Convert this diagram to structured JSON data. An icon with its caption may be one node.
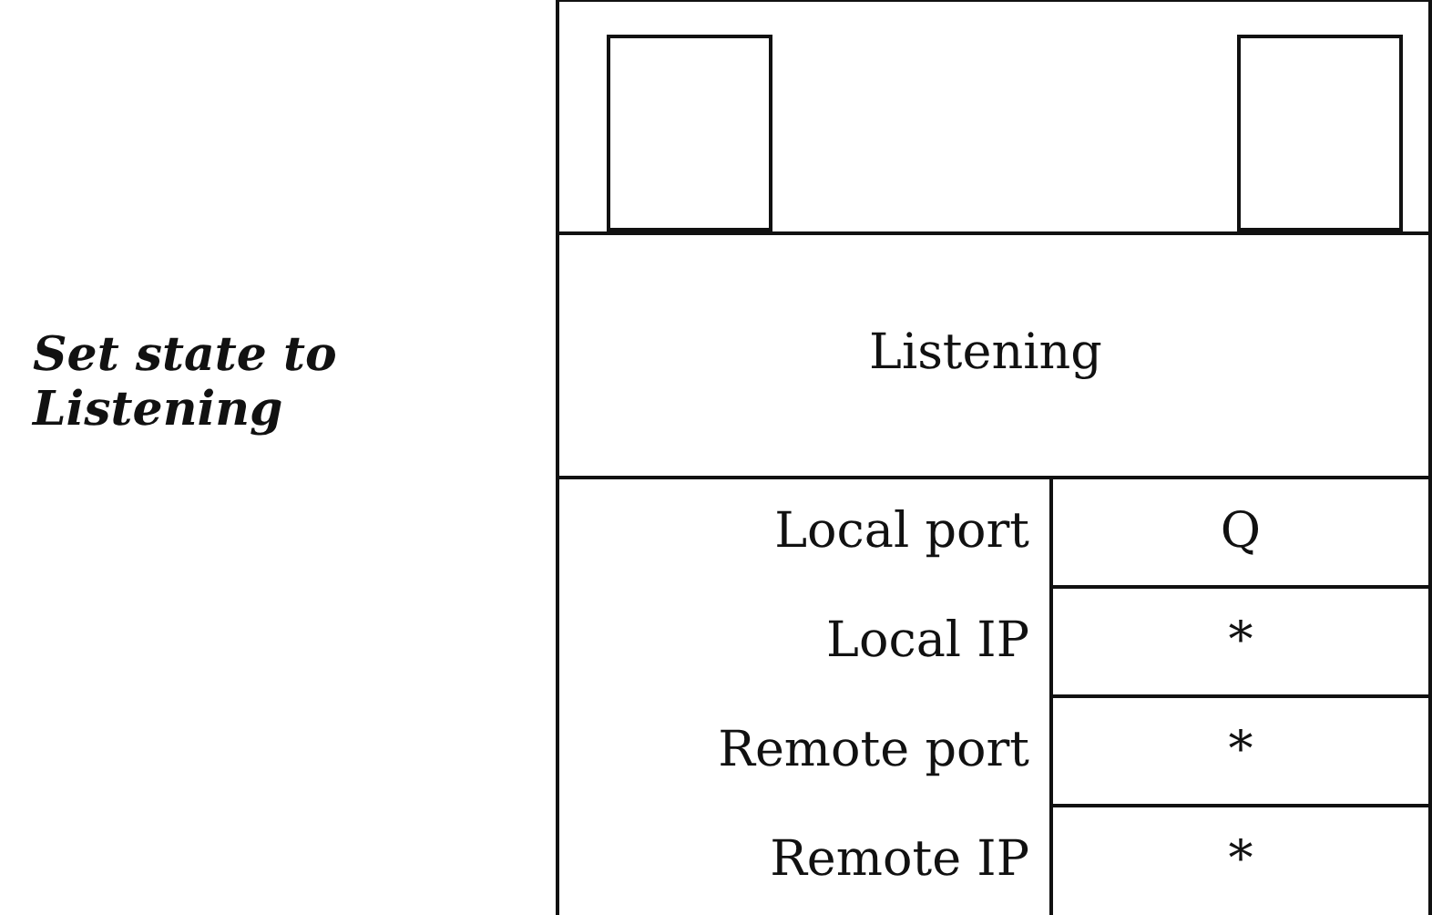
{
  "diagram": {
    "labels": [
      "Set state to Listening",
      "Listening",
      "Local port",
      "Q",
      "Local IP",
      "*",
      "Remote port",
      "*",
      "Remote IP",
      "*"
    ]
  }
}
